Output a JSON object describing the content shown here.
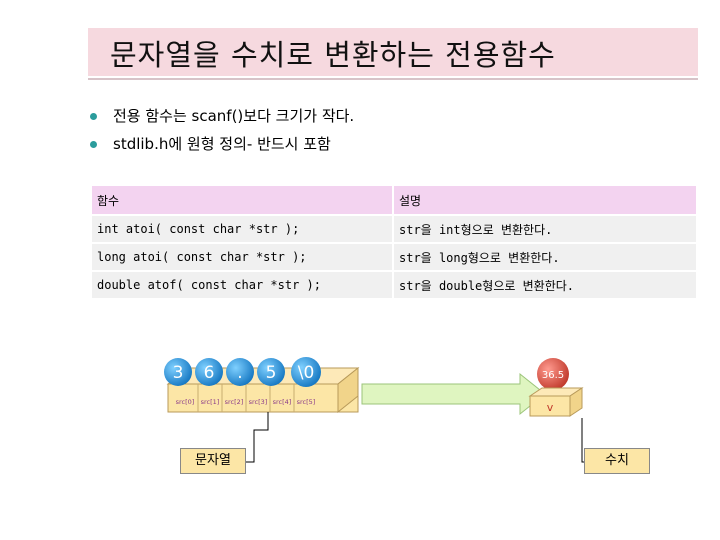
{
  "title": "문자열을 수치로 변환하는 전용함수",
  "bullets": [
    "전용 함수는 scanf()보다 크기가 작다.",
    "stdlib.h에 원형 정의- 반드시 포함"
  ],
  "table": {
    "headers": [
      "함수",
      "설명"
    ],
    "rows": [
      [
        "int atoi( const char *str );",
        "str을 int형으로 변환한다."
      ],
      [
        "long atoi( const char *str );",
        "str을 long형으로 변환한다."
      ],
      [
        "double atof( const char *str );",
        "str을 double형으로 변환한다."
      ]
    ]
  },
  "diagram": {
    "chars": [
      "3",
      "6",
      ".",
      "5",
      "\\0"
    ],
    "indices": [
      "src[0]",
      "src[1]",
      "src[2]",
      "src[3]",
      "src[4]",
      "src[5]"
    ],
    "string_label": "문자열",
    "value": "36.5",
    "var_name": "v",
    "number_label": "수치",
    "colors": {
      "ball": "#1f8fd8",
      "ball_red": "#d9534f",
      "box": "#fce6a6",
      "arrow": "#dff5c0"
    }
  }
}
